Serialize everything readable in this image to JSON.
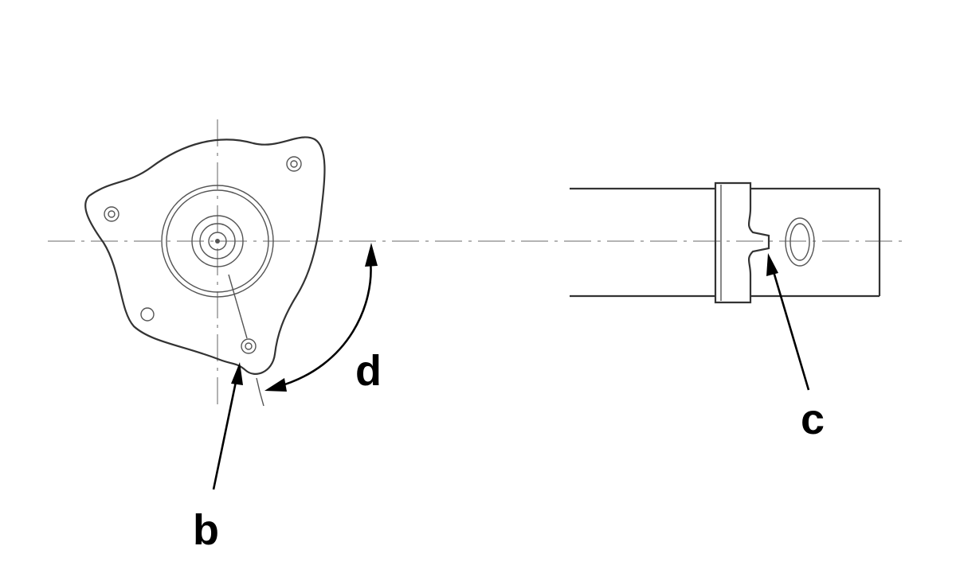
{
  "labels": {
    "b": "b",
    "c": "c",
    "d": "d"
  },
  "colors": {
    "background": "#ffffff",
    "outline": "#333333",
    "center_line": "#a9a9a9",
    "arrow": "#000000"
  }
}
